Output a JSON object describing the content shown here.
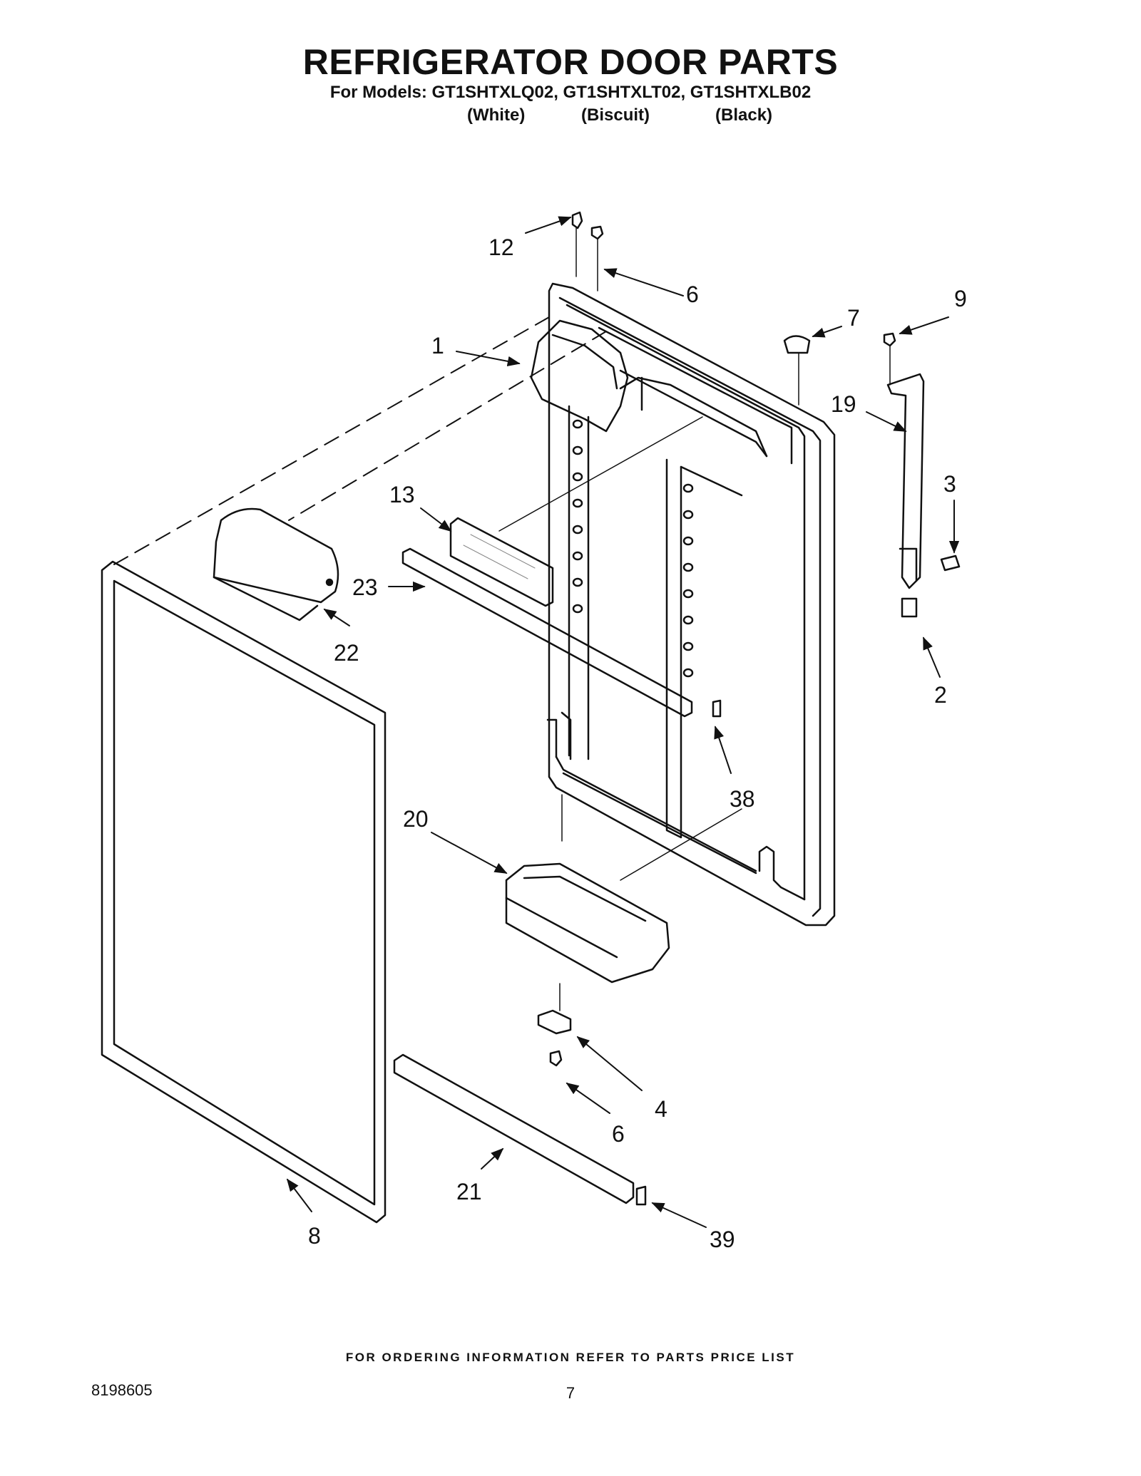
{
  "header": {
    "title": "REFRIGERATOR DOOR PARTS",
    "models_line": "For Models: GT1SHTXLQ02, GT1SHTXLT02, GT1SHTXLB02",
    "colors": [
      "(White)",
      "(Biscuit)",
      "(Black)"
    ]
  },
  "callouts": {
    "c12": "12",
    "c6_top": "6",
    "c1": "1",
    "c7": "7",
    "c9": "9",
    "c19": "19",
    "c3": "3",
    "c13": "13",
    "c23": "23",
    "c22": "22",
    "c2": "2",
    "c38": "38",
    "c20": "20",
    "c4": "4",
    "c6_bottom": "6",
    "c21": "21",
    "c8": "8",
    "c39": "39"
  },
  "footer": {
    "note": "FOR ORDERING INFORMATION REFER TO PARTS PRICE LIST",
    "doc_number": "8198605",
    "page_number": "7"
  }
}
